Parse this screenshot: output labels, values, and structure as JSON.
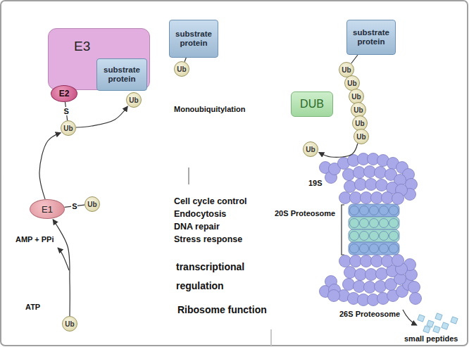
{
  "diagram": {
    "nodes": [
      {
        "text": [
          "E3"
        ]
      },
      {
        "text": [
          "E2"
        ],
        "in": 0
      },
      {
        "text": [
          "substrate protein"
        ],
        "in": 0
      },
      {
        "text": [
          "Ub"
        ]
      },
      {
        "text": [
          "Ub"
        ]
      },
      {
        "text": [
          "E1"
        ]
      },
      {
        "text": [
          "Ub"
        ]
      },
      {
        "text": [
          "Ub"
        ]
      },
      {
        "text": [
          "substrate protein"
        ]
      },
      {
        "text": [
          "Ub"
        ]
      },
      {
        "text": [
          "DUB"
        ]
      },
      {
        "text": [
          "substrate protein"
        ]
      },
      {
        "text": [
          "Ub"
        ]
      },
      {
        "text": [
          "Ub"
        ]
      },
      {
        "text": [
          "Ub"
        ]
      },
      {
        "text": [
          "Ub"
        ]
      },
      {
        "text": [
          "Ub"
        ]
      },
      {
        "text": [
          "Ub"
        ]
      },
      {
        "text": [
          "Ub"
        ]
      }
    ],
    "edges": [
      {
        "from": 7,
        "to": 5,
        "arrow": "to"
      },
      {
        "from": 5,
        "to": 4,
        "arrow": "to"
      },
      {
        "from": 1,
        "to": 4,
        "label": "S",
        "arrow": "none"
      },
      {
        "from": 4,
        "to": 3,
        "arrow": "to"
      },
      {
        "from": 5,
        "to": 6,
        "label": "S",
        "arrow": "none"
      },
      {
        "from": 8,
        "to": 9,
        "arrow": "none"
      },
      {
        "from": 11,
        "to": 12,
        "arrow": "none"
      },
      {
        "from": 17,
        "to": 18,
        "arrow": "to"
      }
    ],
    "labels": [
      "AMP + PPi",
      "ATP",
      "Monoubiquitylation",
      "Cell cycle control",
      "Endocytosis",
      "DNA repair",
      "Stress response",
      "transcriptional regulation",
      "Ribosome function",
      "19S",
      "20S Proteosome",
      "26S Proteosome",
      "small peptides"
    ]
  }
}
